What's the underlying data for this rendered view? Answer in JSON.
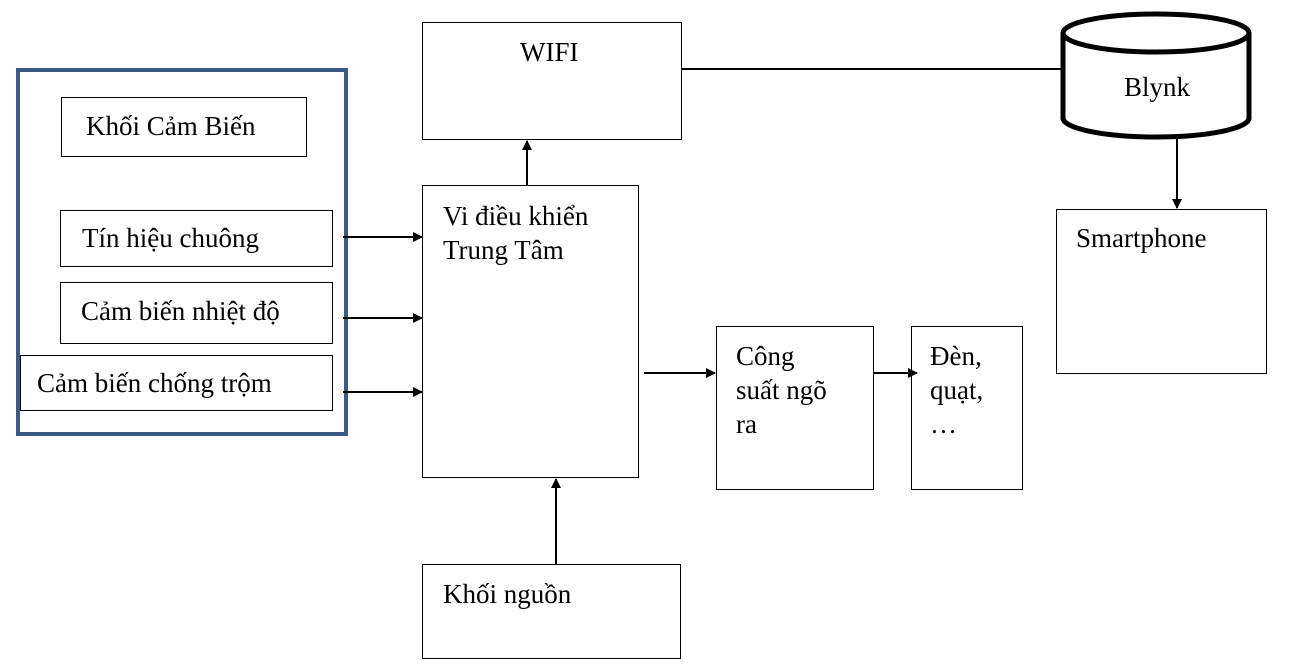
{
  "sensor_block": {
    "title": "Khối Cảm Biến",
    "items": [
      "Tín hiệu chuông",
      "Cảm biến nhiệt độ",
      "Cảm biến chống trộm"
    ]
  },
  "wifi": {
    "label": "WIFI"
  },
  "blynk": {
    "label": "Blynk"
  },
  "smartphone": {
    "label": "Smartphone"
  },
  "mcu": {
    "label": "Vi điều khiển\nTrung Tâm"
  },
  "output_power": {
    "label": "Công\nsuất ngõ\nra"
  },
  "devices": {
    "label": "Đèn,\nquạt,\n…"
  },
  "power_supply": {
    "label": "Khối nguồn"
  }
}
